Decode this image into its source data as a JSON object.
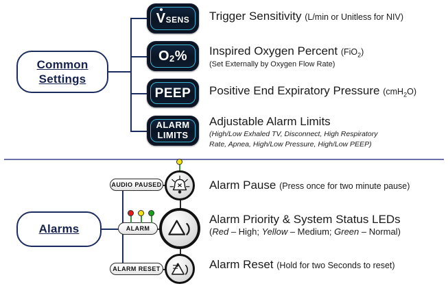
{
  "sections": [
    {
      "id": "common-settings",
      "group_label_lines": [
        "Common",
        "Settings"
      ],
      "rows": [
        {
          "key_label": "V̇SENS",
          "key_main": "V",
          "key_sub": "SENS",
          "title": "Trigger Sensitivity",
          "unit": "(L/min or Unitless for NIV)",
          "subtitle": ""
        },
        {
          "key_label": "O2%",
          "key_main": "O",
          "key_sub": "2",
          "key_tail": "%",
          "title": "Inspired Oxygen Percent",
          "unit": "(FiO2)",
          "subtitle": "(Set Externally by Oxygen Flow Rate)"
        },
        {
          "key_label": "PEEP",
          "title": "Positive End Expiratory Pressure",
          "unit": "(cmH2O)",
          "subtitle": ""
        },
        {
          "key_label": "ALARM LIMITS",
          "key_line1": "ALARM",
          "key_line2": "LIMITS",
          "title": "Adjustable Alarm Limits",
          "unit": "",
          "subtitle_line1": "(High/Low Exhaled TV, Disconnect, High Respiratory",
          "subtitle_line2": "Rate, Apnea, High/Low Pressure, High/Low PEEP)"
        }
      ]
    },
    {
      "id": "alarms",
      "group_label_lines": [
        "Alarms"
      ],
      "rows": [
        {
          "pill": "AUDIO PAUSED",
          "icon": "bell-crossed-icon",
          "title": "Alarm Pause",
          "unit": "(Press once for two minute pause)",
          "leds": [
            {
              "color": "#f2e216",
              "name": "yellow-led"
            }
          ]
        },
        {
          "pill": "ALARM",
          "icon": "alarm-triangle-icon",
          "title": "Alarm Priority & System Status LEDs",
          "unit": "",
          "detail_parts": [
            {
              "text": "(",
              "italic": false
            },
            {
              "text": "Red",
              "italic": true
            },
            {
              "text": " – High;  ",
              "italic": false
            },
            {
              "text": "Yellow",
              "italic": true
            },
            {
              "text": " – Medium; ",
              "italic": false
            },
            {
              "text": "Green",
              "italic": true
            },
            {
              "text": " – Normal)",
              "italic": false
            }
          ],
          "leds": [
            {
              "color": "#e01b1b",
              "name": "red-led"
            },
            {
              "color": "#f2e216",
              "name": "yellow-led"
            },
            {
              "color": "#18a01f",
              "name": "green-led"
            }
          ]
        },
        {
          "pill": "ALARM RESET",
          "icon": "alarm-reset-icon",
          "title": "Alarm Reset",
          "unit": "(Hold for two Seconds to reset)",
          "leds": []
        }
      ]
    }
  ],
  "colors": {
    "line": "#1b2d5e",
    "key_bg": "#0b1320",
    "key_border": "#3fb6d8",
    "divider": "#6b6fa8",
    "red": "#e01b1b",
    "yellow": "#f2e216",
    "green": "#18a01f"
  }
}
